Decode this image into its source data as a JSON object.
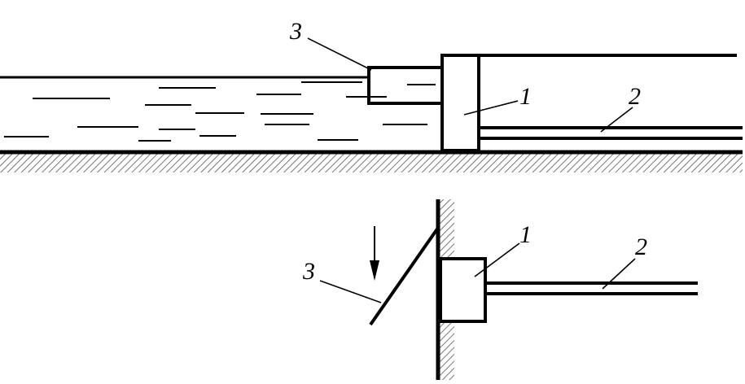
{
  "colors": {
    "ink": "#000000",
    "paper": "#ffffff",
    "hatch": "#555555"
  },
  "icons": {
    "downward_arrow": "arrow-down-icon",
    "ground_hatching": "hatch-pattern"
  },
  "top_view": {
    "labels": {
      "block": "1",
      "rods": "2",
      "nozzle": "3"
    }
  },
  "bottom_view": {
    "labels": {
      "block": "1",
      "rod": "2",
      "plate": "3"
    }
  }
}
